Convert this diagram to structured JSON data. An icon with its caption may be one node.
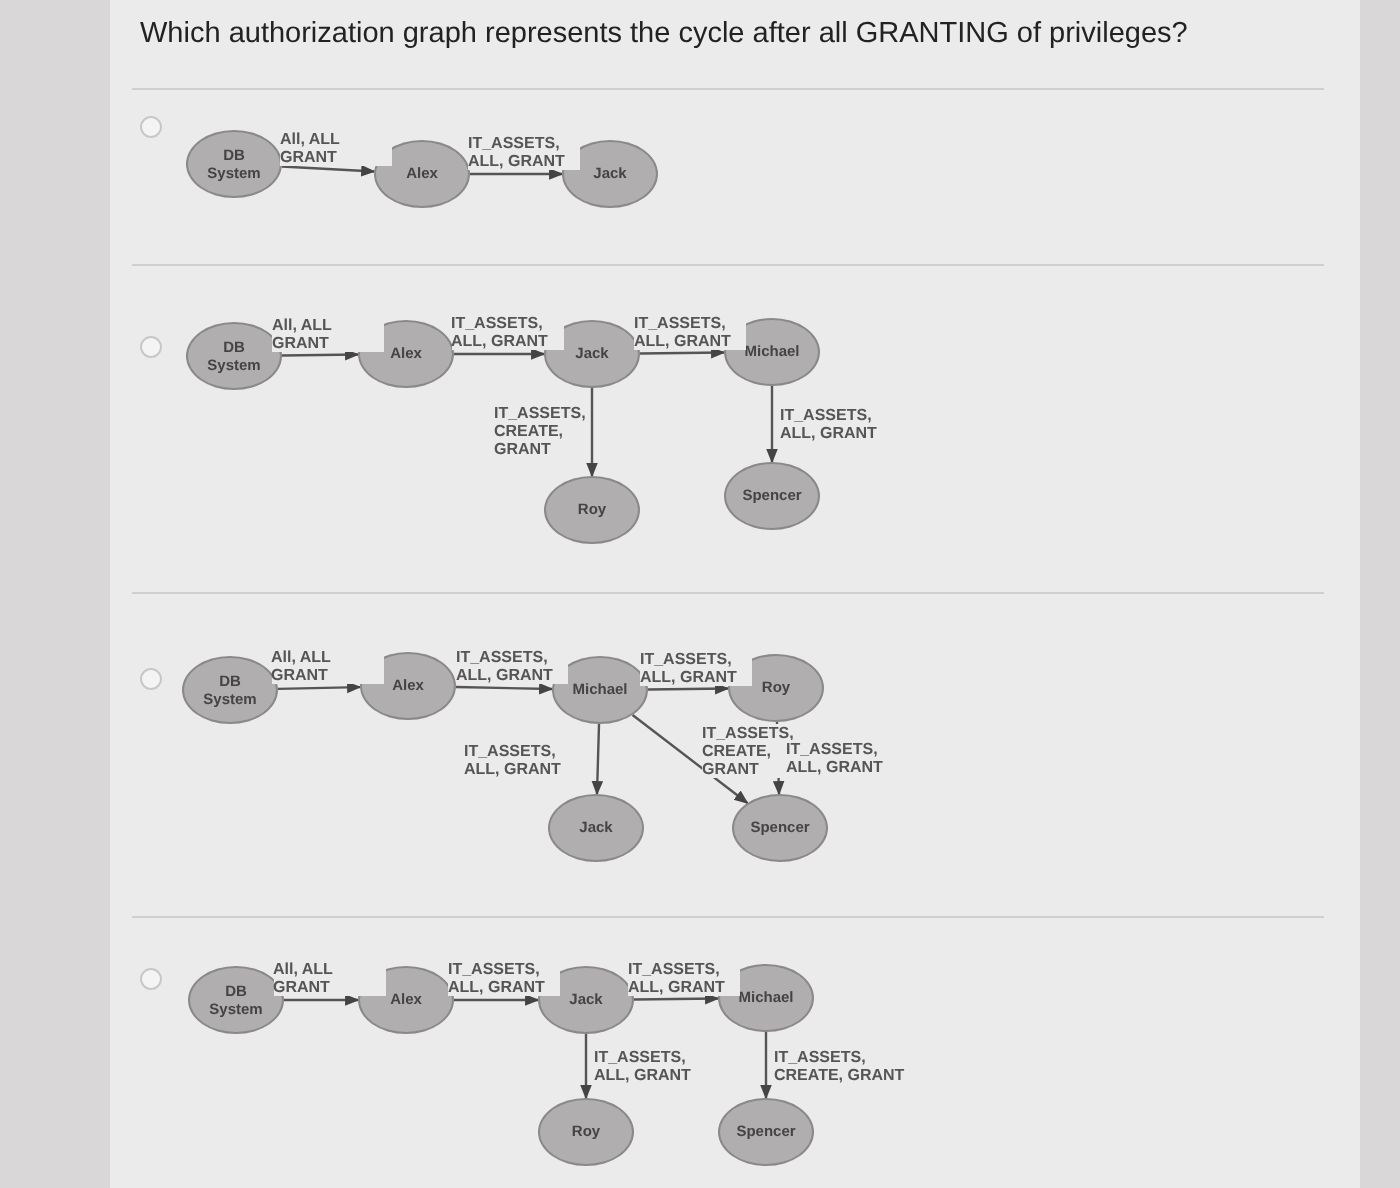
{
  "diagram": {
    "title": "Which authorization graph represents the cycle after all GRANTING of privileges?",
    "nodes": [
      {
        "text": [
          "DB System"
        ]
      },
      {
        "text": [
          "Alex"
        ]
      },
      {
        "text": [
          "Jack"
        ]
      },
      {
        "text": [
          "DB System"
        ]
      },
      {
        "text": [
          "Alex"
        ]
      },
      {
        "text": [
          "Jack"
        ]
      },
      {
        "text": [
          "Michael"
        ]
      },
      {
        "text": [
          "Roy"
        ]
      },
      {
        "text": [
          "Spencer"
        ]
      },
      {
        "text": [
          "DB System"
        ]
      },
      {
        "text": [
          "Alex"
        ]
      },
      {
        "text": [
          "Michael"
        ]
      },
      {
        "text": [
          "Roy"
        ]
      },
      {
        "text": [
          "Jack"
        ]
      },
      {
        "text": [
          "Spencer"
        ]
      },
      {
        "text": [
          "DB System"
        ]
      },
      {
        "text": [
          "Alex"
        ]
      },
      {
        "text": [
          "Jack"
        ]
      },
      {
        "text": [
          "Michael"
        ]
      },
      {
        "text": [
          "Roy"
        ]
      },
      {
        "text": [
          "Spencer"
        ]
      }
    ],
    "edges": [
      {
        "from": 0,
        "to": 1,
        "arrow": "to",
        "label": "All, ALL GRANT"
      },
      {
        "from": 1,
        "to": 2,
        "arrow": "to",
        "label": "IT_ASSETS, ALL, GRANT"
      },
      {
        "from": 3,
        "to": 4,
        "arrow": "to",
        "label": "All, ALL GRANT"
      },
      {
        "from": 4,
        "to": 5,
        "arrow": "to",
        "label": "IT_ASSETS, ALL, GRANT"
      },
      {
        "from": 5,
        "to": 6,
        "arrow": "to",
        "label": "IT_ASSETS, ALL, GRANT"
      },
      {
        "from": 5,
        "to": 7,
        "arrow": "to",
        "label": "IT_ASSETS, CREATE, GRANT"
      },
      {
        "from": 6,
        "to": 8,
        "arrow": "to",
        "label": "IT_ASSETS, ALL, GRANT"
      },
      {
        "from": 9,
        "to": 10,
        "arrow": "to",
        "label": "All, ALL GRANT"
      },
      {
        "from": 10,
        "to": 11,
        "arrow": "to",
        "label": "IT_ASSETS, ALL, GRANT"
      },
      {
        "from": 11,
        "to": 12,
        "arrow": "to",
        "label": "IT_ASSETS, ALL, GRANT"
      },
      {
        "from": 11,
        "to": 13,
        "arrow": "to",
        "label": "IT_ASSETS, ALL, GRANT"
      },
      {
        "from": 11,
        "to": 14,
        "arrow": "to",
        "label": "IT_ASSETS, CREATE, GRANT"
      },
      {
        "from": 12,
        "to": 14,
        "arrow": "to",
        "label": "IT_ASSETS, ALL, GRANT"
      },
      {
        "from": 15,
        "to": 16,
        "arrow": "to",
        "label": "All, ALL GRANT"
      },
      {
        "from": 16,
        "to": 17,
        "arrow": "to",
        "label": "IT_ASSETS, ALL, GRANT"
      },
      {
        "from": 17,
        "to": 18,
        "arrow": "to",
        "label": "IT_ASSETS, ALL, GRANT"
      },
      {
        "from": 17,
        "to": 19,
        "arrow": "to",
        "label": "IT_ASSETS, ALL, GRANT"
      },
      {
        "from": 18,
        "to": 20,
        "arrow": "to",
        "label": "IT_ASSETS, CREATE, GRANT"
      }
    ]
  }
}
